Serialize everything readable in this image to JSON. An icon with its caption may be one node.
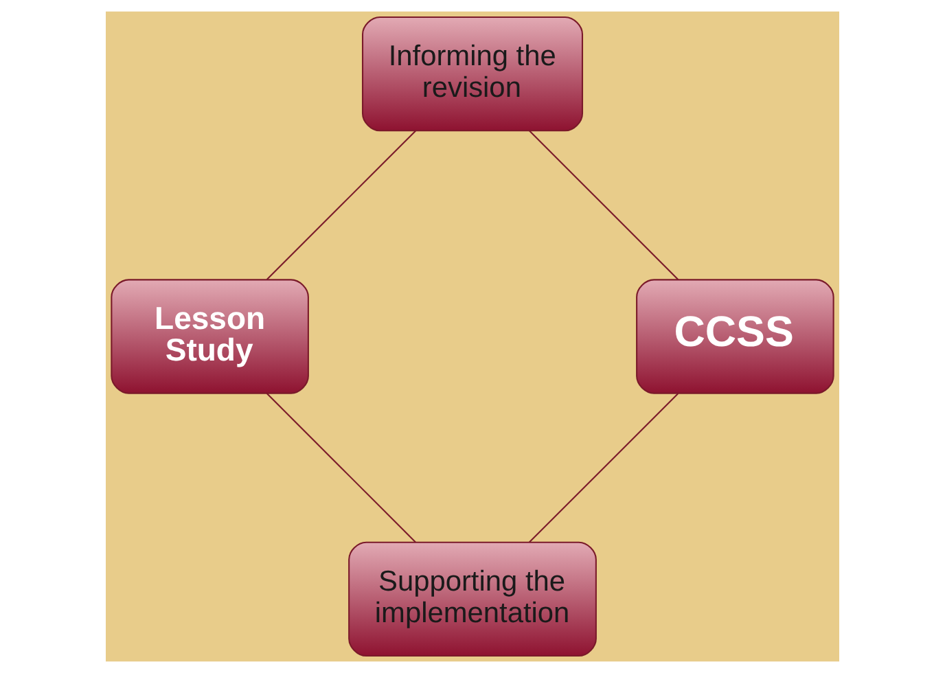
{
  "diagram": {
    "nodes": [
      {
        "text": [
          "Supporting the implementation"
        ]
      },
      {
        "text": [
          "CCSS"
        ]
      },
      {
        "text": [
          "Lesson Study"
        ]
      },
      {
        "text": [
          "Informing the revision"
        ]
      }
    ],
    "edges": [
      {
        "from": 1,
        "to": 0,
        "arrow": "none"
      },
      {
        "from": 0,
        "to": 2,
        "arrow": "none"
      },
      {
        "from": 2,
        "to": 3,
        "arrow": "none"
      },
      {
        "from": 3,
        "to": 1,
        "arrow": "none"
      }
    ]
  }
}
